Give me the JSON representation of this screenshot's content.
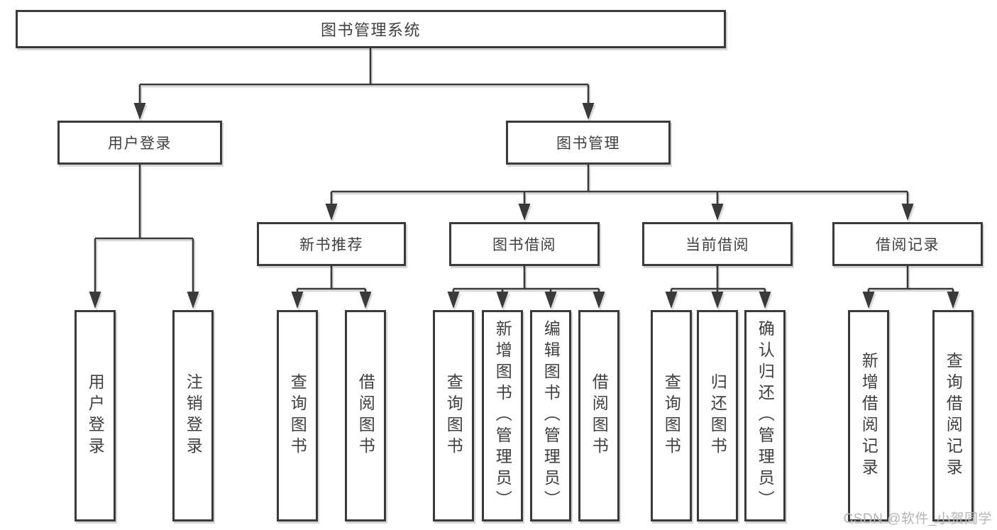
{
  "diagram": {
    "type": "hierarchy-tree",
    "colors": {
      "line": "#3a3a3a",
      "box_border": "#3a3a3a",
      "box_fill": "#ffffff",
      "text": "#3f3f3f",
      "watermark": "#b5b5b5"
    },
    "nodes": {
      "root": {
        "label": "图书管理系统"
      },
      "user_login": {
        "label": "用户登录"
      },
      "book_management": {
        "label": "图书管理"
      },
      "new_book_recommend": {
        "label": "新书推荐"
      },
      "book_borrow": {
        "label": "图书借阅"
      },
      "current_borrow": {
        "label": "当前借阅"
      },
      "borrow_records": {
        "label": "借阅记录"
      },
      "leaf_user_login": {
        "label": "用户登录"
      },
      "leaf_logout": {
        "label": "注销登录"
      },
      "leaf_nbr_query_books": {
        "label": "查询图书"
      },
      "leaf_nbr_borrow_books": {
        "label": "借阅图书"
      },
      "leaf_bb_query_books": {
        "label": "查询图书"
      },
      "leaf_bb_add_books": {
        "label": "新增图书（管理员）"
      },
      "leaf_bb_edit_books": {
        "label": "编辑图书（管理员）"
      },
      "leaf_bb_borrow_books": {
        "label": "借阅图书"
      },
      "leaf_cb_query_books": {
        "label": "查询图书"
      },
      "leaf_cb_return_books": {
        "label": "归还图书"
      },
      "leaf_cb_confirm_return": {
        "label": "确认归还（管理员）"
      },
      "leaf_br_add_record": {
        "label": "新增借阅记录"
      },
      "leaf_br_query_record": {
        "label": "查询借阅记录"
      }
    },
    "edges": [
      [
        "root",
        "user_login"
      ],
      [
        "root",
        "book_management"
      ],
      [
        "user_login",
        "leaf_user_login"
      ],
      [
        "user_login",
        "leaf_logout"
      ],
      [
        "book_management",
        "new_book_recommend"
      ],
      [
        "book_management",
        "book_borrow"
      ],
      [
        "book_management",
        "current_borrow"
      ],
      [
        "book_management",
        "borrow_records"
      ],
      [
        "new_book_recommend",
        "leaf_nbr_query_books"
      ],
      [
        "new_book_recommend",
        "leaf_nbr_borrow_books"
      ],
      [
        "book_borrow",
        "leaf_bb_query_books"
      ],
      [
        "book_borrow",
        "leaf_bb_add_books"
      ],
      [
        "book_borrow",
        "leaf_bb_edit_books"
      ],
      [
        "book_borrow",
        "leaf_bb_borrow_books"
      ],
      [
        "current_borrow",
        "leaf_cb_query_books"
      ],
      [
        "current_borrow",
        "leaf_cb_return_books"
      ],
      [
        "current_borrow",
        "leaf_cb_confirm_return"
      ],
      [
        "borrow_records",
        "leaf_br_add_record"
      ],
      [
        "borrow_records",
        "leaf_br_query_record"
      ]
    ],
    "watermark": {
      "text": "CSDN @软件_小贺同学"
    }
  }
}
